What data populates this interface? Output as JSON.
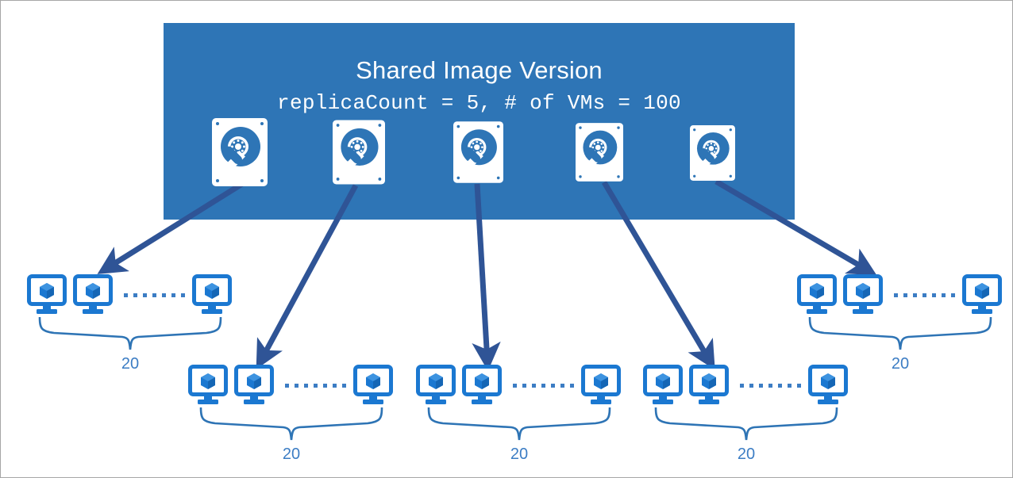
{
  "diagram": {
    "title": "Shared Image Version",
    "subtitle": "replicaCount = 5, # of VMs = 100",
    "colors": {
      "box_blue": "#2E75B6",
      "icon_blue": "#1B78D1",
      "arrow_navy": "#2F5496",
      "label_blue": "#3C7DC4",
      "white": "#FFFFFF",
      "border_gray": "#A6A6A6"
    },
    "replica_count": 5,
    "total_vms": 100,
    "vms_per_replica": 20,
    "ellipsis_dot_count": 7,
    "replicas": [
      {
        "id": "replica-1",
        "icon": "hard-disk-icon"
      },
      {
        "id": "replica-2",
        "icon": "hard-disk-icon"
      },
      {
        "id": "replica-3",
        "icon": "hard-disk-icon"
      },
      {
        "id": "replica-4",
        "icon": "hard-disk-icon"
      },
      {
        "id": "replica-5",
        "icon": "hard-disk-icon"
      }
    ],
    "vm_groups": [
      {
        "id": "vm-group-1",
        "count_label": "20",
        "vm_icons": [
          "vm-icon",
          "vm-icon",
          "vm-icon"
        ]
      },
      {
        "id": "vm-group-2",
        "count_label": "20",
        "vm_icons": [
          "vm-icon",
          "vm-icon",
          "vm-icon"
        ]
      },
      {
        "id": "vm-group-3",
        "count_label": "20",
        "vm_icons": [
          "vm-icon",
          "vm-icon",
          "vm-icon"
        ]
      },
      {
        "id": "vm-group-4",
        "count_label": "20",
        "vm_icons": [
          "vm-icon",
          "vm-icon",
          "vm-icon"
        ]
      },
      {
        "id": "vm-group-5",
        "count_label": "20",
        "vm_icons": [
          "vm-icon",
          "vm-icon",
          "vm-icon"
        ]
      }
    ]
  }
}
